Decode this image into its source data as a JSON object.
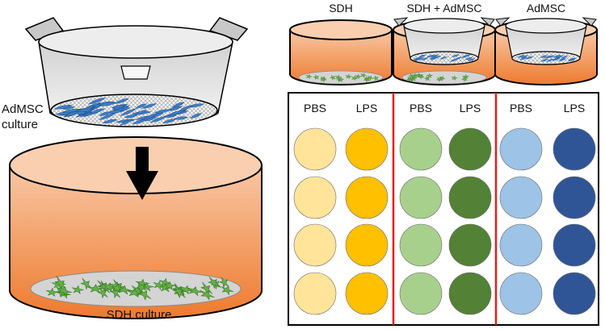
{
  "left_panel": {
    "insert_label_line1": "AdMSC",
    "insert_label_line2": "culture",
    "well_label": "SDH culture"
  },
  "conditions": [
    {
      "label": "SDH"
    },
    {
      "label": "SDH + AdMSC"
    },
    {
      "label": "AdMSC"
    }
  ],
  "plate": {
    "columns": [
      {
        "header": "PBS",
        "color": "#FFE49A"
      },
      {
        "header": "LPS",
        "color": "#FFC000"
      },
      {
        "header": "PBS",
        "color": "#A8D08D"
      },
      {
        "header": "LPS",
        "color": "#538135"
      },
      {
        "header": "PBS",
        "color": "#9DC3E6"
      },
      {
        "header": "LPS",
        "color": "#2F5597"
      }
    ],
    "rows": 4,
    "divider_color": "#E02020"
  },
  "colors": {
    "well_gradient_top": "#F8C8A6",
    "well_gradient_bottom": "#EE7A2E",
    "insert_fill": "#E6E6E6",
    "cell_blue": "#3F7FC8",
    "cell_green": "#63B045"
  }
}
